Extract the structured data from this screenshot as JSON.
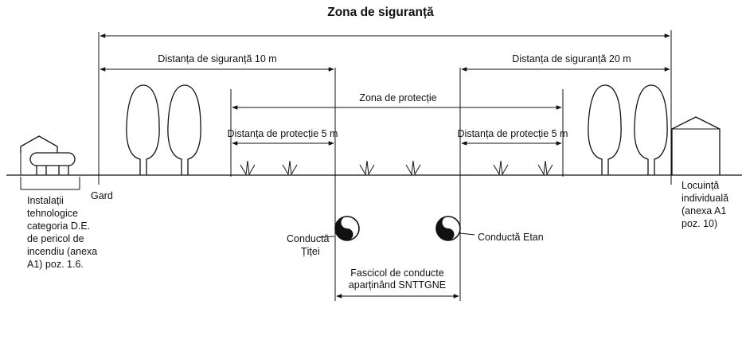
{
  "title": "Zona de siguranță",
  "labels": {
    "dist_sig_left": "Distanța de siguranță 10 m",
    "dist_sig_right": "Distanța de siguranță 20 m",
    "zona_protectie": "Zona de protecție",
    "dist_prot_left": "Distanța de protecție 5 m",
    "dist_prot_right": "Distanța de protecție 5 m",
    "gard": "Gard",
    "conducta_titei": [
      "Conductă",
      "Țiței"
    ],
    "conducta_etan": "Conductă Etan",
    "fascicol": [
      "Fascicol de conducte",
      "aparținând SNTTGNE"
    ],
    "instalatii": [
      "Instalații",
      "tehnologice",
      "categoria D.E.",
      "de pericol de",
      "incendiu (anexa",
      "A1) poz. 1.6."
    ],
    "locuinta": [
      "Locuință",
      "individuală",
      "(anexa A1",
      "poz. 10)"
    ]
  },
  "icons": {
    "tree": "deciduous-tree-icon",
    "grass": "grass-tuft-icon",
    "pipe": "pipe-cross-section-icon",
    "facility": "industrial-tank-icon",
    "house": "house-icon"
  }
}
